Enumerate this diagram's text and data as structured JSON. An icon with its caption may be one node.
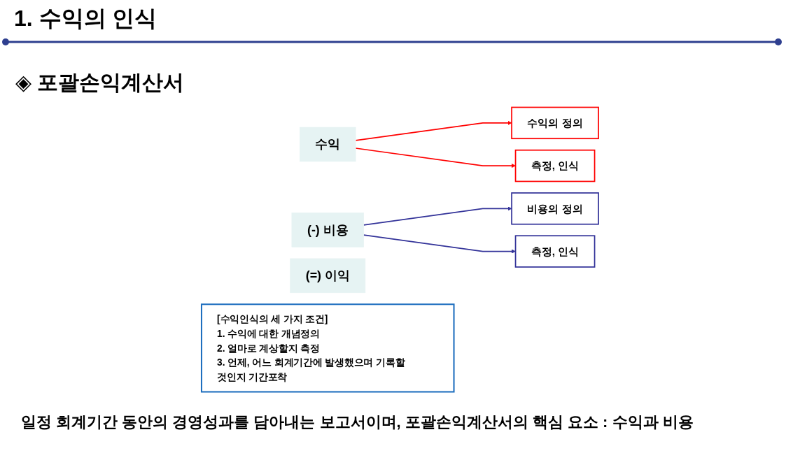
{
  "diagram": {
    "title": "1. 수익의 인식",
    "caption": "일정 회계기간 동안의 경영성과를 담아내는 보고서이며, 포괄손익계산서의 핵심 요소 : 수익과 비용",
    "nodes": [
      {
        "text": [
          "수익"
        ]
      },
      {
        "text": [
          "(-) 비용"
        ]
      },
      {
        "text": [
          "(=) 이익"
        ]
      },
      {
        "text": [
          "수익의 정의"
        ]
      },
      {
        "text": [
          "측정, 인식"
        ]
      },
      {
        "text": [
          "비용의 정의"
        ]
      },
      {
        "text": [
          "측정, 인식"
        ]
      },
      {
        "text": [
          "[수익인식의 세 가지 조건]",
          "1. 수익에 대한 개념정의",
          "2. 얼마로 계상할지 측정",
          "3. 언제, 어느 회계기간에 발생했으며 기록할 것인지 기간포착"
        ]
      }
    ],
    "edges": [
      {
        "from": 0,
        "to": 3,
        "arrow": "to",
        "color": "#ff0000"
      },
      {
        "from": 0,
        "to": 4,
        "arrow": "to",
        "color": "#ff0000"
      },
      {
        "from": 1,
        "to": 5,
        "arrow": "to",
        "color": "#333399"
      },
      {
        "from": 1,
        "to": 6,
        "arrow": "to",
        "color": "#333399"
      }
    ],
    "labels": [
      "◈ 포괄손익계산서"
    ]
  }
}
